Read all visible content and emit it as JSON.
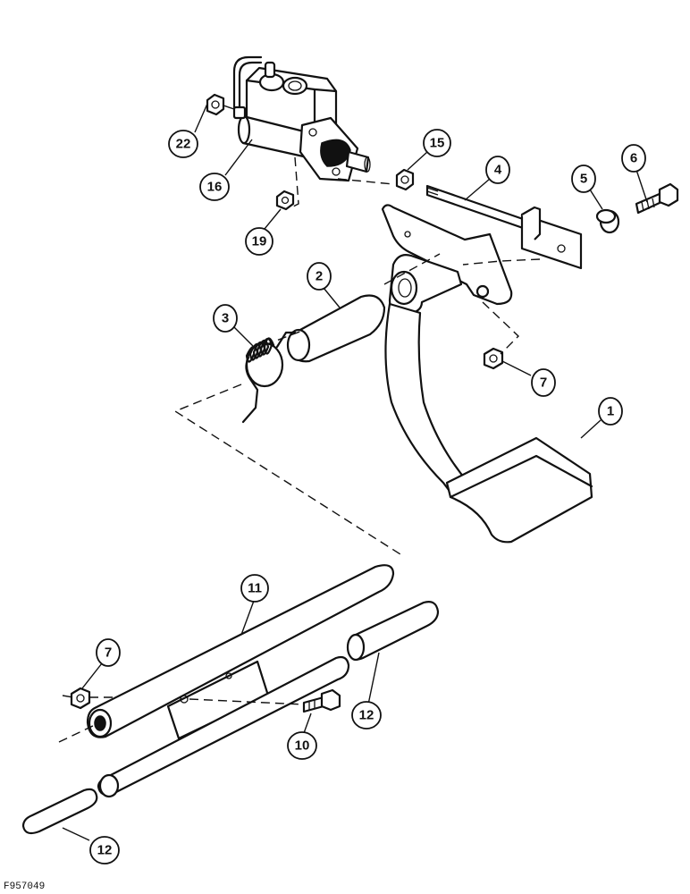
{
  "figure_id": "F957049",
  "callouts": {
    "c1": "1",
    "c2": "2",
    "c3": "3",
    "c4": "4",
    "c5": "5",
    "c6": "6",
    "c7a": "7",
    "c7b": "7",
    "c10": "10",
    "c11": "11",
    "c12a": "12",
    "c12b": "12",
    "c15": "15",
    "c16": "16",
    "c19": "19",
    "c22": "22"
  }
}
